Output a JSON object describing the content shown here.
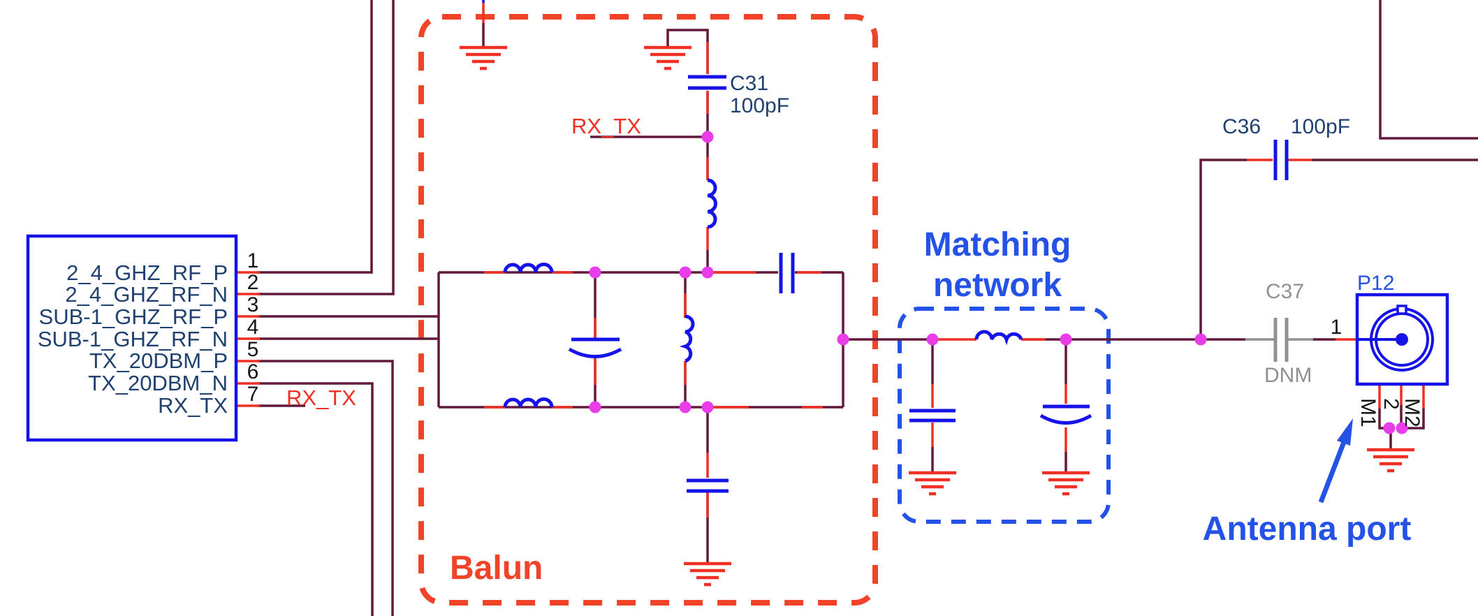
{
  "colors": {
    "wire_maroon": "#62193B",
    "terminal_red": "#EE3124",
    "component_blue": "#1613E9",
    "junction_magenta": "#E83DE8",
    "ground_red": "#EE3124",
    "balun_border_orange_red": "#F04327",
    "matching_border_blue": "#2451E6",
    "title_blue": "#2451E6",
    "label_navy": "#20406F",
    "dnm_gray": "#8F9093",
    "pin_number_black": "#141414",
    "background": "#FFFFFF"
  },
  "ic": {
    "pins": [
      {
        "number": "1",
        "label": "2_4_GHZ_RF_P"
      },
      {
        "number": "2",
        "label": "2_4_GHZ_RF_N"
      },
      {
        "number": "3",
        "label": "SUB-1_GHZ_RF_P"
      },
      {
        "number": "4",
        "label": "SUB-1_GHZ_RF_N"
      },
      {
        "number": "5",
        "label": "TX_20DBM_P"
      },
      {
        "number": "6",
        "label": "TX_20DBM_N"
      },
      {
        "number": "7",
        "label": "RX_TX"
      }
    ]
  },
  "net_labels": {
    "rx_tx_pin": "RX_TX",
    "rx_tx_balun": "RX_TX"
  },
  "balun": {
    "label": "Balun",
    "c31_ref": "C31",
    "c31_value": "100pF"
  },
  "matching_network": {
    "title_line1": "Matching",
    "title_line2": "network"
  },
  "output_caps": {
    "c36_ref": "C36",
    "c36_value": "100pF",
    "c37_ref": "C37",
    "c37_value": "DNM"
  },
  "antenna": {
    "connector_ref": "P12",
    "pin1": "1",
    "pad_labels": [
      "M1",
      "2",
      "M2"
    ],
    "callout": "Antenna port"
  }
}
